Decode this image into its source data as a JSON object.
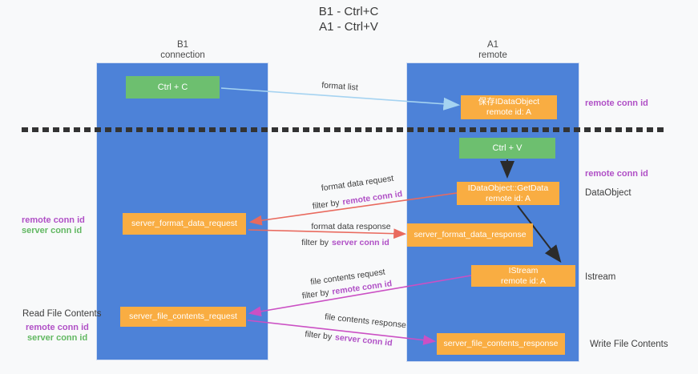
{
  "title": [
    "B1 - Ctrl+C",
    "A1 - Ctrl+V"
  ],
  "columns": {
    "left": {
      "name": "B1",
      "role": "connection"
    },
    "right": {
      "name": "A1",
      "role": "remote"
    }
  },
  "nodes": {
    "ctrl_c": "Ctrl + C",
    "ctrl_v": "Ctrl + V",
    "save_idataobject": {
      "title": "保存IDataObject",
      "subtitle": "remote id: A"
    },
    "getdata": {
      "title": "IDataObject::GetData",
      "subtitle": "remote id: A"
    },
    "istream": {
      "title": "IStream",
      "subtitle": "remote id: A"
    },
    "server_format_data_request": "server_format_data_request",
    "server_format_data_response": "server_format_data_response",
    "server_file_contents_request": "server_file_contents_request",
    "server_file_contents_response": "server_file_contents_response"
  },
  "labels": {
    "format_list": "format list",
    "format_data_request": "format data request",
    "format_data_response": "format data response",
    "file_contents_request": "file contents request",
    "file_contents_response": "file contents response",
    "filter_by": "filter by",
    "remote_conn_id": "remote conn id",
    "server_conn_id": "server conn id",
    "data_object": "DataObject",
    "istream": "Istream",
    "read_file_contents": "Read File Contents",
    "write_file_contents": "Write File Contents"
  },
  "colors": {
    "column_blue": "#4d82d8",
    "box_green": "#6dbf6f",
    "box_orange": "#f9ad42",
    "arrow_red": "#e96a5e",
    "arrow_magenta": "#cb50c4",
    "arrow_lightblue": "#a5d3f1",
    "arrow_black": "#2b2b2b",
    "label_purple": "#b050c6",
    "label_green": "#62b862",
    "text_dark": "#3d3d3d"
  }
}
